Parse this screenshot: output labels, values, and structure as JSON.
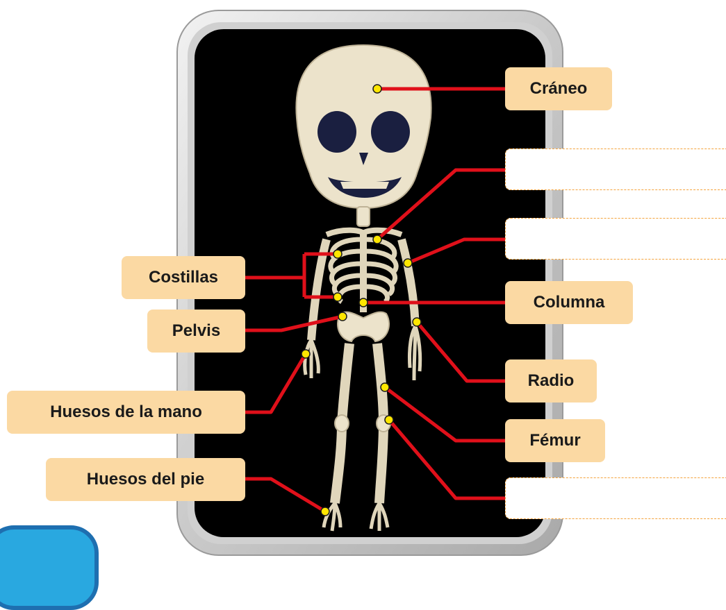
{
  "labels": {
    "craneo": "Cráneo",
    "costillas": "Costillas",
    "columna": "Columna",
    "pelvis": "Pelvis",
    "radio": "Radio",
    "huesos_mano": "Huesos de la mano",
    "femur": "Fémur",
    "huesos_pie": "Huesos del pie"
  },
  "colors": {
    "label_bg": "#fbd9a3",
    "leader_line": "#e0101a",
    "marker": "#ffe600",
    "panel": "#000000",
    "bone": "#ece3cb"
  }
}
